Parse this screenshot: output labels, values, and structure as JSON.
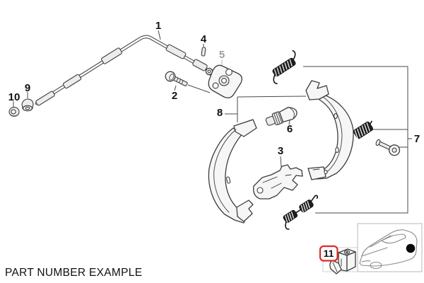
{
  "caption": "PART NUMBER EXAMPLE",
  "callouts": {
    "c1": {
      "label": "1",
      "part": "parking-brake-bowden-cable"
    },
    "c2": {
      "label": "2",
      "part": "fastening-bolt"
    },
    "c3": {
      "label": "3",
      "part": "expander-lever"
    },
    "c4": {
      "label": "4",
      "part": "pin"
    },
    "c5": {
      "label": "5",
      "part": "holder-bracket",
      "muted": true
    },
    "c6": {
      "label": "6",
      "part": "adjuster-unit"
    },
    "c7": {
      "label": "7",
      "part": "spring-repair-kit"
    },
    "c8": {
      "label": "8",
      "part": "brake-shoe-set"
    },
    "c9": {
      "label": "9",
      "part": "cone-nut"
    },
    "c10": {
      "label": "10",
      "part": "grommet-nut"
    },
    "c11": {
      "label": "11",
      "part": "example-highlighted-part",
      "highlighted": true
    }
  },
  "colors": {
    "background": "#ffffff",
    "line_art": "#3c3c3c",
    "leader_line": "#4a4a4a",
    "callout_text": "#111111",
    "callout_muted": "#9e9e9e",
    "highlight_box_border": "#dd2b26",
    "inset_box_border": "#c4c4c4",
    "spring_dark": "#1f1f1f",
    "location_dot": "#0a0a0a"
  }
}
